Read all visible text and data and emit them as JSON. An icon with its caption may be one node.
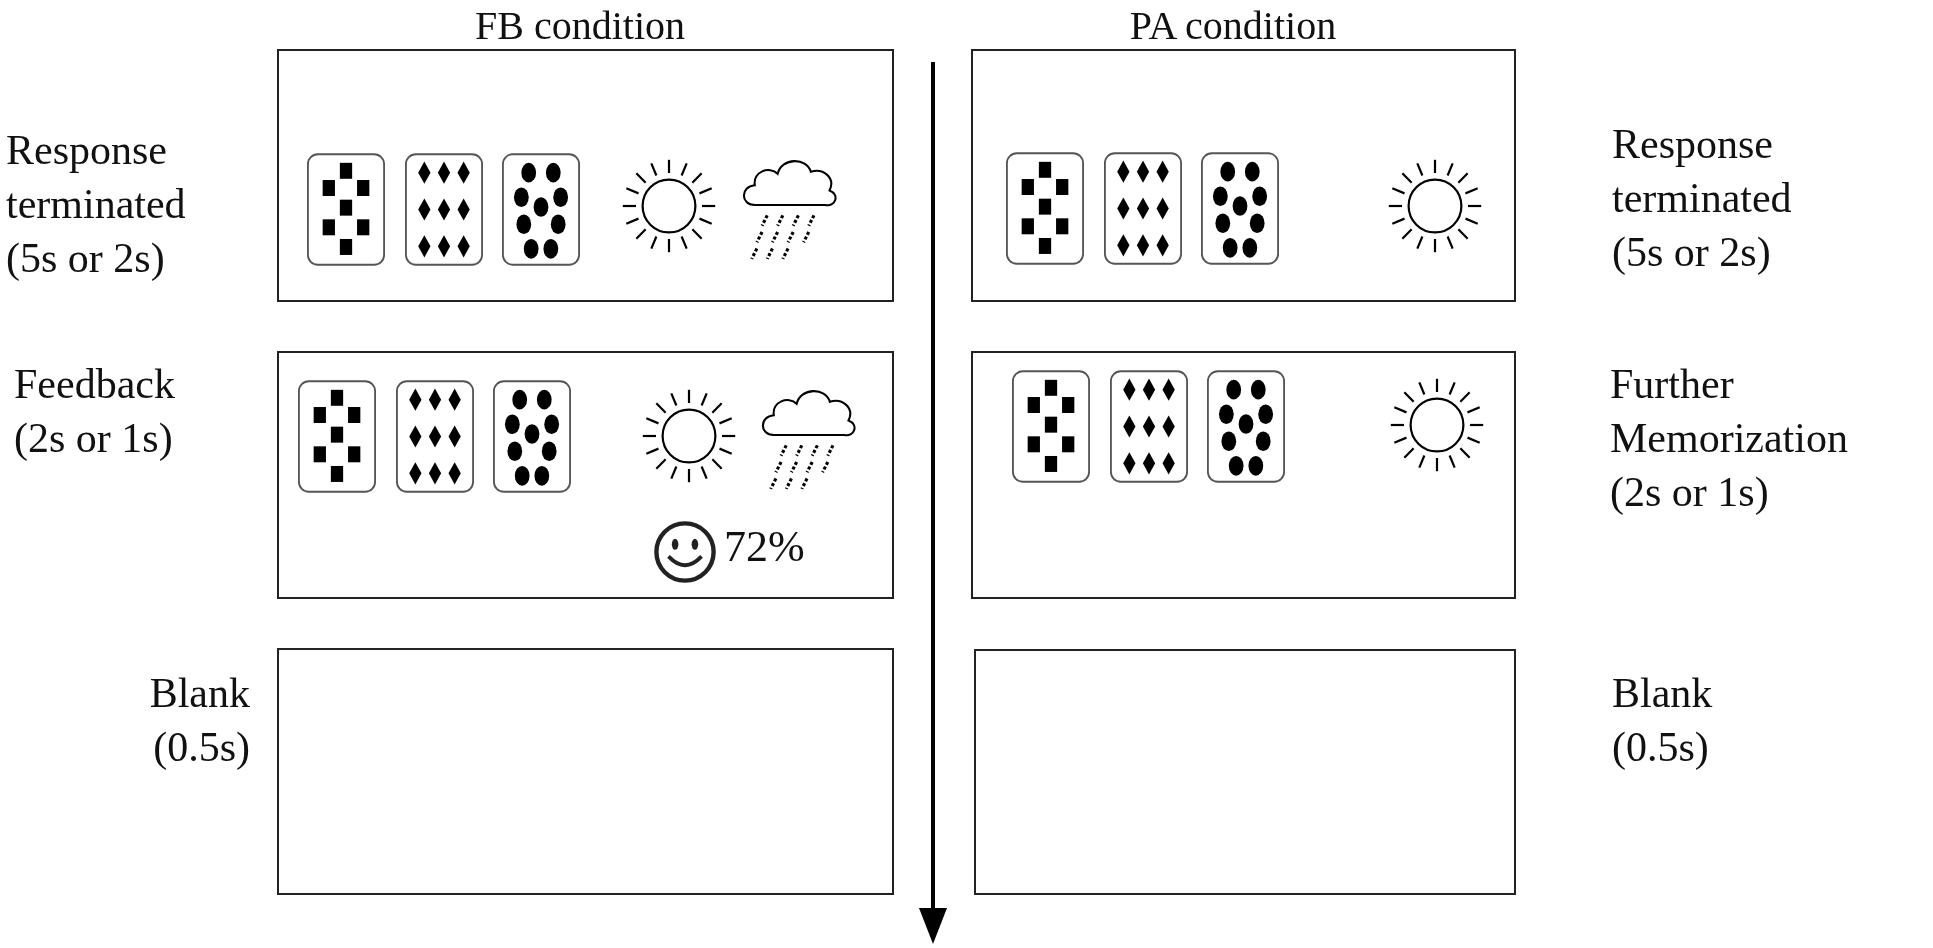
{
  "diagram": {
    "nodes": [
      {
        "text": [],
        "shape": "box",
        "beside": [
          "Response terminated (5s or 2s)"
        ]
      },
      {
        "text": [
          "72%"
        ],
        "beside": [
          "Feedback (2s or 1s)"
        ]
      },
      {
        "text": [],
        "shape": "box",
        "beside": [
          "Blank (0.5s)"
        ]
      },
      {
        "text": [],
        "shape": "box",
        "beside": [
          "Response terminated (5s or 2s)"
        ]
      },
      {
        "text": [],
        "shape": "box",
        "beside": [
          "Further Memorization (2s or 1s)"
        ]
      },
      {
        "text": [],
        "shape": "box",
        "beside": [
          "Blank (0.5s)"
        ]
      }
    ],
    "labels": [
      "FB condition",
      "PA condition"
    ]
  }
}
